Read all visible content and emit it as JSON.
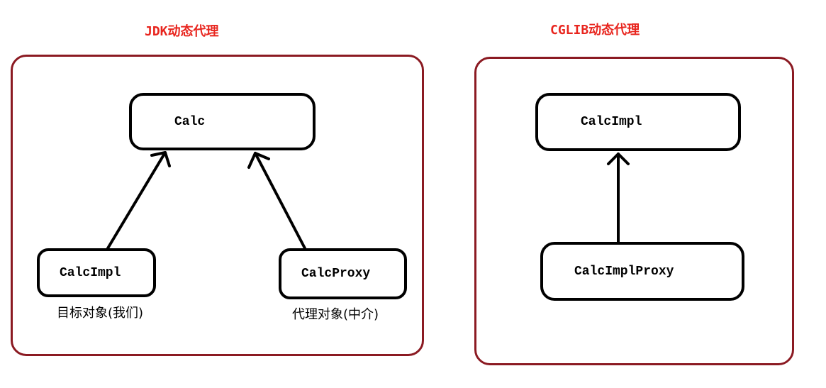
{
  "panels": [
    {
      "title": "JDK动态代理",
      "nodes": [
        {
          "label": "Calc"
        },
        {
          "label": "CalcImpl",
          "caption": "目标对象(我们)"
        },
        {
          "label": "CalcProxy",
          "caption": "代理对象(中介)"
        }
      ]
    },
    {
      "title": "CGLIB动态代理",
      "nodes": [
        {
          "label": "CalcImpl"
        },
        {
          "label": "CalcImplProxy"
        }
      ]
    }
  ],
  "colors": {
    "title": "#e8251e",
    "frame": "#8b1a22",
    "node_border": "#000000",
    "arrow": "#000000"
  }
}
